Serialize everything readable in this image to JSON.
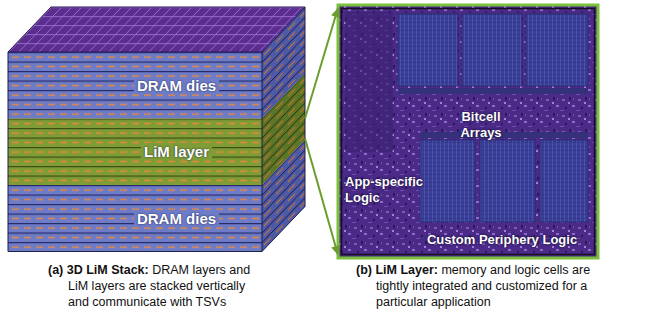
{
  "diagram": {
    "nodes": [
      {
        "text": [
          "(a) 3D LiM Stack:",
          "DRAM layers and LiM layers are stacked vertically and communicate with TSVs"
        ]
      },
      {
        "text": [
          "DRAM dies"
        ],
        "in": 0
      },
      {
        "text": [
          "LiM layer"
        ],
        "in": 0
      },
      {
        "text": [
          "DRAM dies"
        ],
        "in": 0
      },
      {
        "text": [
          "(b) LiM Layer:",
          "memory and logic cells are tightly integrated and customized for a particular application"
        ]
      },
      {
        "text": [
          "Bitcell Arrays"
        ],
        "in": 4
      },
      {
        "text": [
          "App-specific Logic"
        ],
        "in": 4
      },
      {
        "text": [
          "Custom Periphery Logic"
        ],
        "in": 4
      }
    ],
    "edges": [
      {
        "from": 2,
        "to": 4,
        "arrow": "to"
      },
      {
        "from": 2,
        "to": 4,
        "arrow": "to"
      }
    ]
  }
}
